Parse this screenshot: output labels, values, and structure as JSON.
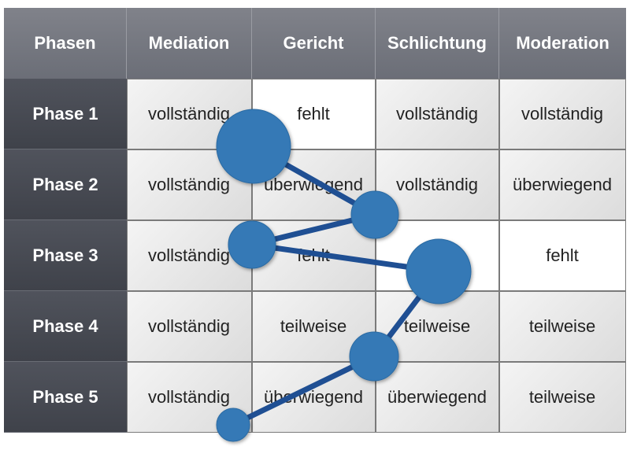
{
  "table": {
    "corner": "Phasen",
    "columns": [
      "Mediation",
      "Gericht",
      "Schlichtung",
      "Moderation"
    ],
    "rows": [
      {
        "label": "Phase 1",
        "cells": [
          "vollständig",
          "fehlt",
          "vollständig",
          "vollständig"
        ]
      },
      {
        "label": "Phase 2",
        "cells": [
          "vollständig",
          "überwiegend",
          "vollständig",
          "überwiegend"
        ]
      },
      {
        "label": "Phase 3",
        "cells": [
          "vollständig",
          "fehlt",
          "",
          "fehlt"
        ]
      },
      {
        "label": "Phase 4",
        "cells": [
          "vollständig",
          "teilweise",
          "teilweise",
          "teilweise"
        ]
      },
      {
        "label": "Phase 5",
        "cells": [
          "vollständig",
          "überwiegend",
          "überwiegend",
          "teilweise"
        ]
      }
    ]
  },
  "colors": {
    "header": "#74777f",
    "row_header": "#474a52",
    "path": "#1f4f93",
    "node": "#3479b6"
  },
  "path_nodes": [
    {
      "label": "Phase 1"
    },
    {
      "label": "Phase 2"
    },
    {
      "label": "Phase 3"
    },
    {
      "label": "Phase 3"
    },
    {
      "label": "Phase 4"
    },
    {
      "label": "Phase 5"
    }
  ]
}
